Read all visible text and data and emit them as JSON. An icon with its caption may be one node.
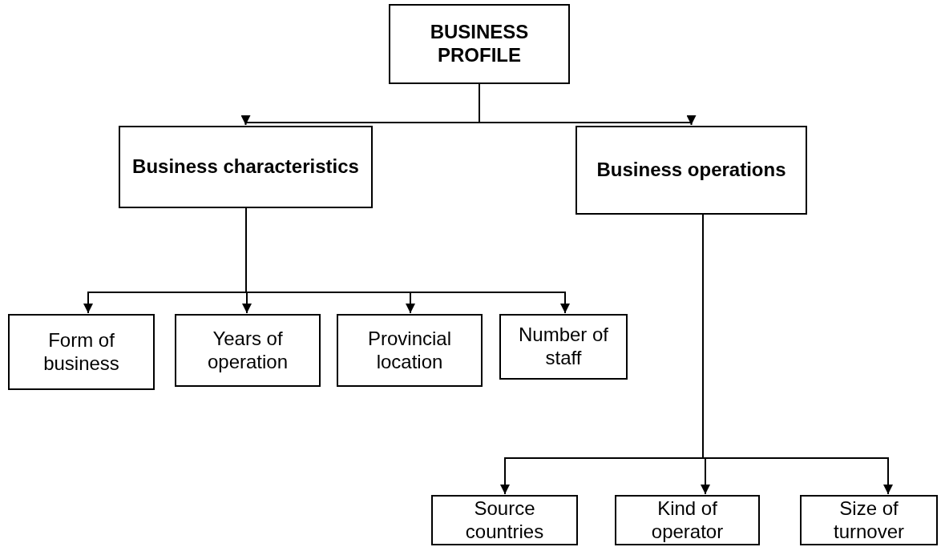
{
  "diagram": {
    "nodes": [
      {
        "text": [
          "BUSINESS PROFILE"
        ]
      },
      {
        "text": [
          "Business characteristics"
        ]
      },
      {
        "text": [
          "Business operations"
        ]
      },
      {
        "text": [
          "Form of business"
        ]
      },
      {
        "text": [
          "Years of operation"
        ]
      },
      {
        "text": [
          "Provincial location"
        ]
      },
      {
        "text": [
          "Number of staff"
        ]
      },
      {
        "text": [
          "Source countries"
        ]
      },
      {
        "text": [
          "Kind of operator"
        ]
      },
      {
        "text": [
          "Size of turnover"
        ]
      }
    ],
    "edges": [
      {
        "from": 0,
        "to": 1,
        "arrow": "to"
      },
      {
        "from": 0,
        "to": 2,
        "arrow": "to"
      },
      {
        "from": 1,
        "to": 3,
        "arrow": "to"
      },
      {
        "from": 1,
        "to": 4,
        "arrow": "to"
      },
      {
        "from": 1,
        "to": 5,
        "arrow": "to"
      },
      {
        "from": 1,
        "to": 6,
        "arrow": "to"
      },
      {
        "from": 2,
        "to": 7,
        "arrow": "to"
      },
      {
        "from": 2,
        "to": 8,
        "arrow": "to"
      },
      {
        "from": 2,
        "to": 9,
        "arrow": "to"
      }
    ]
  }
}
